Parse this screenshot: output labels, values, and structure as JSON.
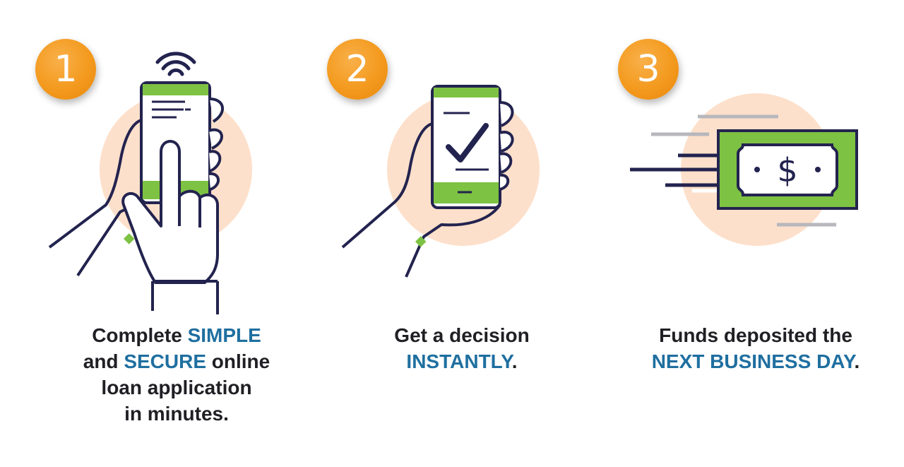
{
  "steps": [
    {
      "number": "1",
      "caption": {
        "line1_pre": "Complete ",
        "line1_hl": "SIMPLE",
        "line2_pre": "and ",
        "line2_hl": "SECURE",
        "line2_post": " online",
        "line3": "loan application",
        "line4": "in minutes."
      }
    },
    {
      "number": "2",
      "caption": {
        "line1": "Get a decision",
        "line2_hl": "INSTANTLY",
        "line2_post": "."
      }
    },
    {
      "number": "3",
      "caption": {
        "line1": "Funds deposited the",
        "line2_hl": "NEXT BUSINESS DAY",
        "line2_post": "."
      },
      "bill_symbol": "$"
    }
  ],
  "colors": {
    "badge_orange": "#f39a1e",
    "peach_circle": "#fde0cb",
    "green": "#7dc242",
    "navy": "#23234f",
    "highlight_blue": "#1f6fa0",
    "gray_lines": "#b7b7bd"
  }
}
